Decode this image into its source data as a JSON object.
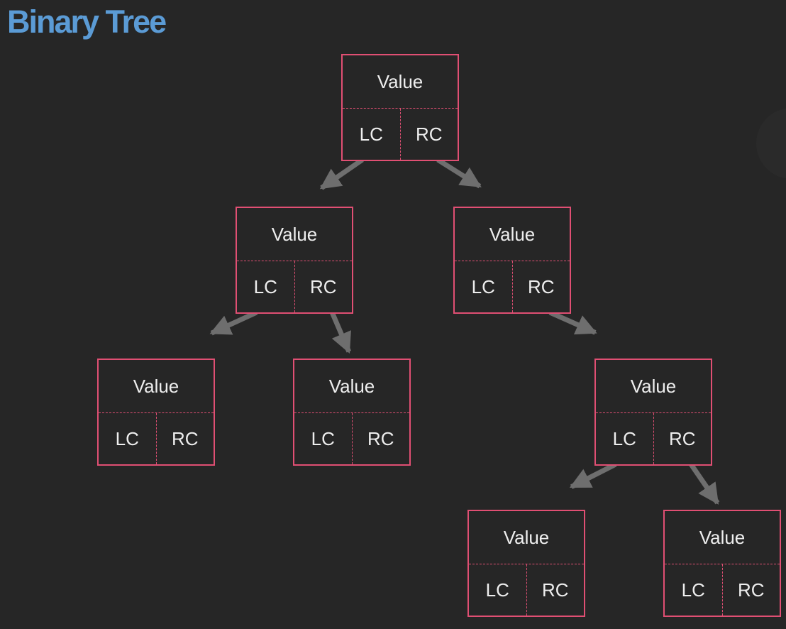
{
  "title": "Binary Tree",
  "colors": {
    "background": "#262626",
    "title": "#5b9bd5",
    "node_border": "#e04f73",
    "text": "#eeeeee",
    "edge": "#6e6e6e"
  },
  "nodes": [
    {
      "id": "root",
      "value": "Value",
      "lc": "LC",
      "rc": "RC"
    },
    {
      "id": "l",
      "value": "Value",
      "lc": "LC",
      "rc": "RC"
    },
    {
      "id": "r",
      "value": "Value",
      "lc": "LC",
      "rc": "RC"
    },
    {
      "id": "ll",
      "value": "Value",
      "lc": "LC",
      "rc": "RC"
    },
    {
      "id": "lr",
      "value": "Value",
      "lc": "LC",
      "rc": "RC"
    },
    {
      "id": "rr",
      "value": "Value",
      "lc": "LC",
      "rc": "RC"
    },
    {
      "id": "rrl",
      "value": "Value",
      "lc": "LC",
      "rc": "RC"
    },
    {
      "id": "rrr",
      "value": "Value",
      "lc": "LC",
      "rc": "RC"
    }
  ],
  "edges": [
    {
      "from": "root",
      "to": "l"
    },
    {
      "from": "root",
      "to": "r"
    },
    {
      "from": "l",
      "to": "ll"
    },
    {
      "from": "l",
      "to": "lr"
    },
    {
      "from": "r",
      "to": "rr"
    },
    {
      "from": "rr",
      "to": "rrl"
    },
    {
      "from": "rr",
      "to": "rrr"
    }
  ]
}
